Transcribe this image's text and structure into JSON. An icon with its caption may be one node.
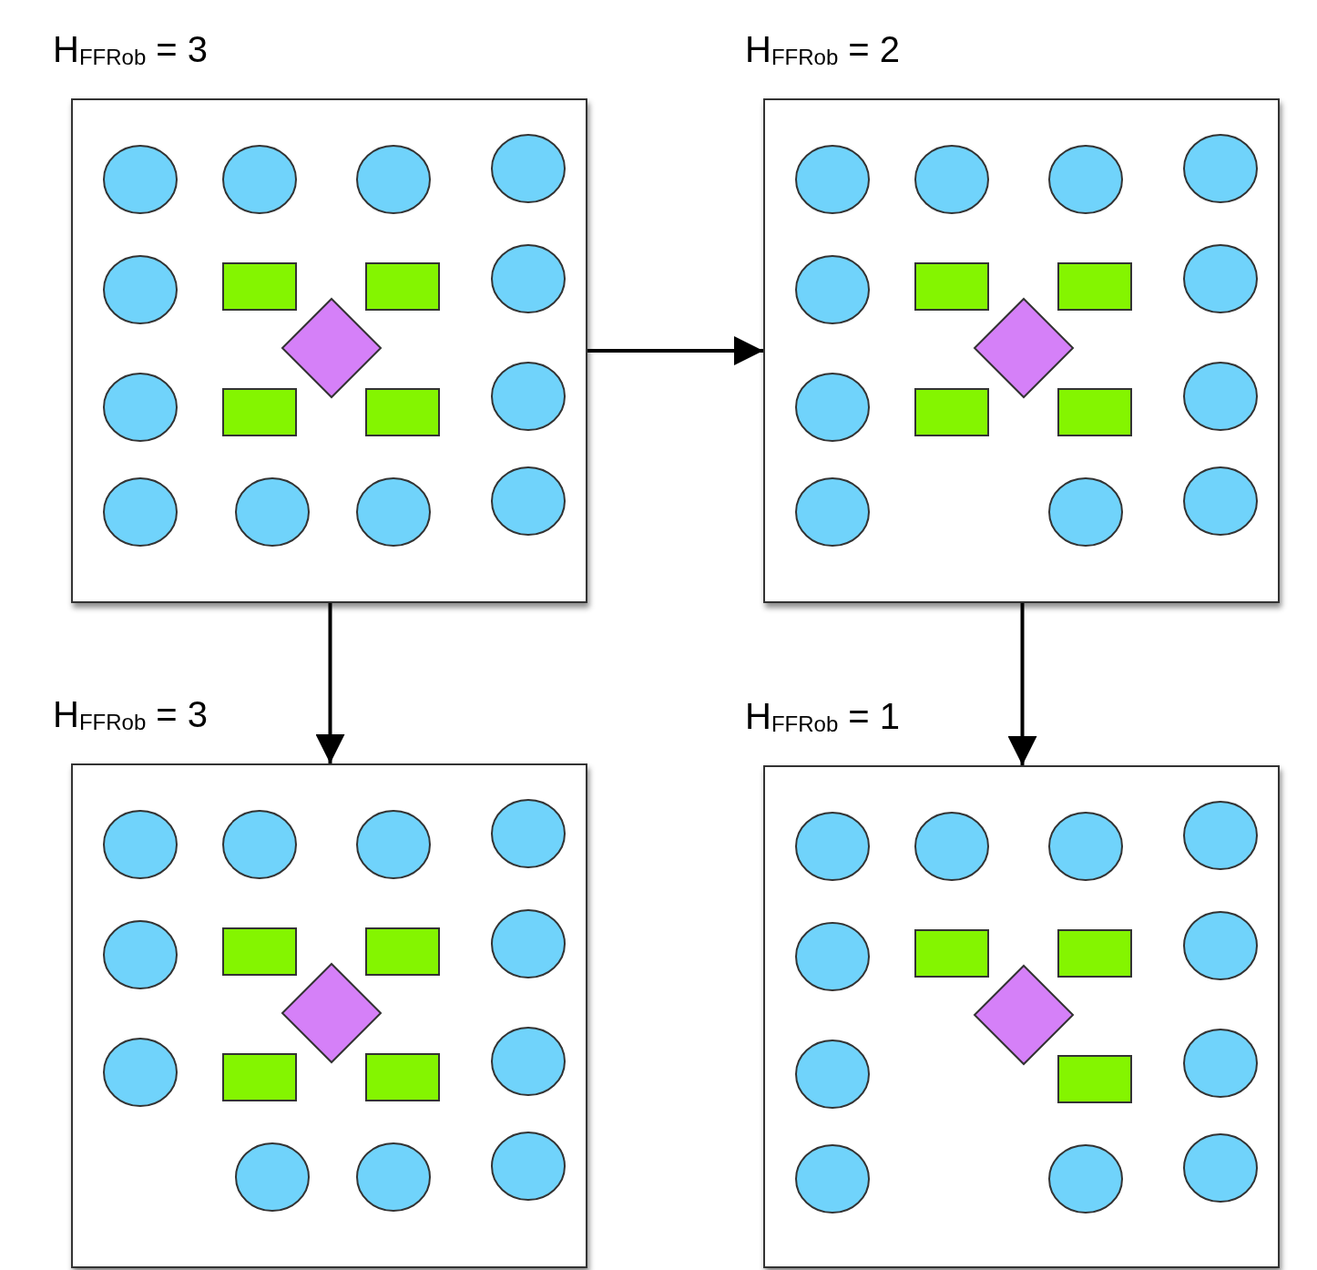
{
  "diagram": {
    "nodes": [
      {
        "text": [
          "H$_{FFRob}$ = 3"
        ]
      },
      {
        "text": [
          "H$_{FFRob}$ = 2"
        ]
      },
      {
        "text": [
          "H$_{FFRob}$ = 3"
        ]
      },
      {
        "text": [
          "H$_{FFRob}$ = 1"
        ]
      }
    ],
    "edges": [
      {
        "from": 0,
        "to": 1,
        "arrow": "to"
      },
      {
        "from": 0,
        "to": 2,
        "arrow": "to"
      },
      {
        "from": 1,
        "to": 3,
        "arrow": "to"
      }
    ]
  }
}
